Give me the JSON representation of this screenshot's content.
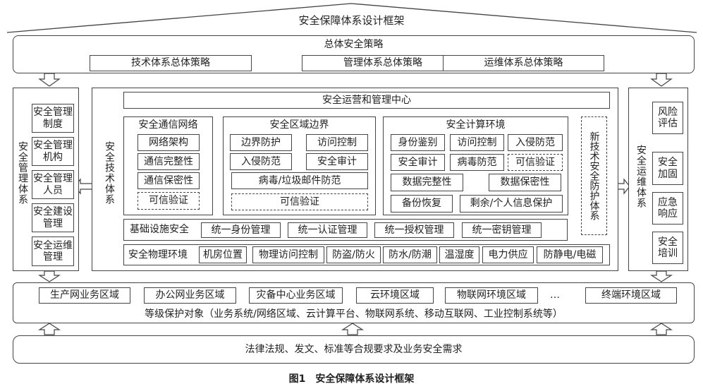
{
  "title": "安全保障体系设计框架",
  "policy": {
    "title": "总体安全策略",
    "items": [
      "技术体系总体策略",
      "管理体系总体策略",
      "运维体系总体策略"
    ]
  },
  "mgmt": {
    "title": "安全管理体系",
    "items": [
      "安全管理制度",
      "安全管理机构",
      "安全管理人员",
      "安全建设管理",
      "安全运维管理"
    ]
  },
  "tech": {
    "title": "安全技术体系",
    "center": "安全运营和管理中心",
    "network": {
      "title": "安全通信网络",
      "items": [
        "网络架构",
        "通信完整性",
        "通信保密性",
        "可信验证"
      ]
    },
    "boundary": {
      "title": "安全区域边界",
      "items": [
        "边界防护",
        "访问控制",
        "入侵防范",
        "安全审计",
        "病毒/垃圾邮件防范",
        "可信验证"
      ]
    },
    "compute": {
      "title": "安全计算环境",
      "items": [
        "身份鉴别",
        "访问控制",
        "入侵防范",
        "安全审计",
        "病毒防范",
        "可信验证",
        "数据完整性",
        "数据保密性",
        "备份恢复",
        "剩余/个人信息保护"
      ]
    },
    "newtech": "新技术安全防护体系",
    "infra": {
      "title": "基础设施安全",
      "items": [
        "统一身份管理",
        "统一认证管理",
        "统一授权管理",
        "统一密钥管理"
      ]
    },
    "physical": {
      "title": "安全物理环境",
      "items": [
        "机房位置",
        "物理访问控制",
        "防盗/防火",
        "防水/防潮",
        "温湿度",
        "电力供应",
        "防静电/电磁"
      ]
    }
  },
  "ops": {
    "title": "安全运维体系",
    "items": [
      "风险评估",
      "安全加固",
      "应急响应",
      "安全培训"
    ]
  },
  "zones": {
    "items": [
      "生产网业务区域",
      "办公网业务区域",
      "灾备中心业务区域",
      "云环境区域",
      "物联网环境区域",
      "…",
      "终端环境区域"
    ],
    "caption": "等级保护对象（业务系统/网络区域、云计算平台、物联网系统、移动互联网、工业控制系统等）"
  },
  "basis": "法律法规、发文、标准等合规要求及业务安全需求",
  "figure_caption": "图1　安全保障体系设计框架"
}
